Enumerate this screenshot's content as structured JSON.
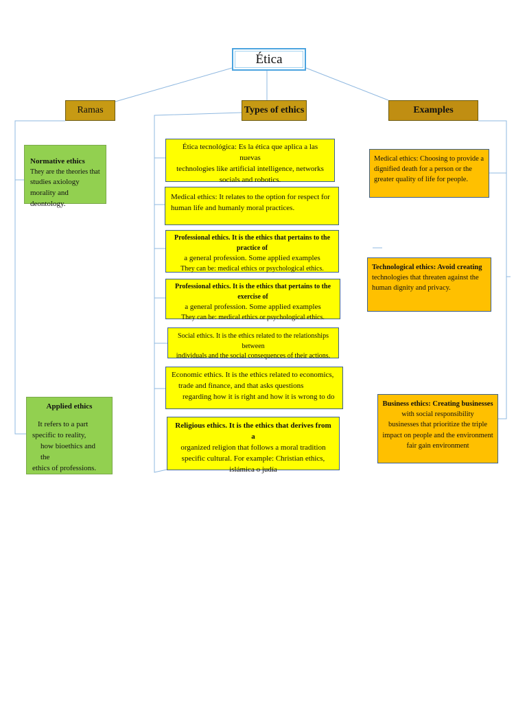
{
  "root": {
    "title": "Ética"
  },
  "headers": {
    "ramas": "Ramas",
    "types": "Types of ethics",
    "examples": "Examples"
  },
  "ramas": {
    "normative": {
      "title": "Normative ethics",
      "line1": "They are the theories that",
      "line2": "studies axiology",
      "line3": "morality and deontology."
    },
    "applied": {
      "title": "Applied ethics",
      "line1": "It refers to a part",
      "line2": "specific to reality,",
      "line3": "how bioethics and the",
      "line4": "ethics of professions."
    }
  },
  "types": [
    {
      "lines": [
        "Ética tecnológica: Es la ética que aplica a las nuevas",
        "technologies like artificial intelligence, networks",
        "socials and robotics."
      ]
    },
    {
      "lines": [
        "Medical ethics: It relates to the option for respect for",
        "human life and humanly moral practices."
      ]
    },
    {
      "lines": [
        "Professional ethics. It is the ethics that pertains to the practice of",
        "a general profession. Some applied examples",
        "They can be: medical ethics or psychological ethics."
      ]
    },
    {
      "lines": [
        "Professional ethics. It is the ethics that pertains to the exercise of",
        "a general profession. Some applied examples",
        "They can be: medical ethics or psychological ethics."
      ]
    },
    {
      "lines": [
        "Social ethics. It is the ethics related to the relationships between",
        "individuals and the social consequences of their actions."
      ]
    },
    {
      "lines": [
        "Economic ethics. It is the ethics related to economics,",
        "trade and finance, and that asks questions",
        "regarding how it is right and how it is wrong to do"
      ]
    },
    {
      "lines": [
        "Religious ethics. It is the ethics that derives from a",
        "organized religion that follows a moral tradition",
        "specific cultural. For example: Christian ethics,",
        "islámica o judía"
      ]
    }
  ],
  "examples": [
    {
      "lines": [
        "Medical ethics: Choosing to provide a",
        "dignified death for a person or the",
        "greater quality of life for people."
      ]
    },
    {
      "lines": [
        "Technological ethics: Avoid creating",
        "technologies that threaten against the",
        "human dignity and privacy."
      ]
    },
    {
      "lines": [
        "Business ethics: Creating businesses",
        "with social responsibility",
        "businesses that prioritize the triple",
        "impact on people and the environment",
        "fair gain environment"
      ]
    }
  ]
}
